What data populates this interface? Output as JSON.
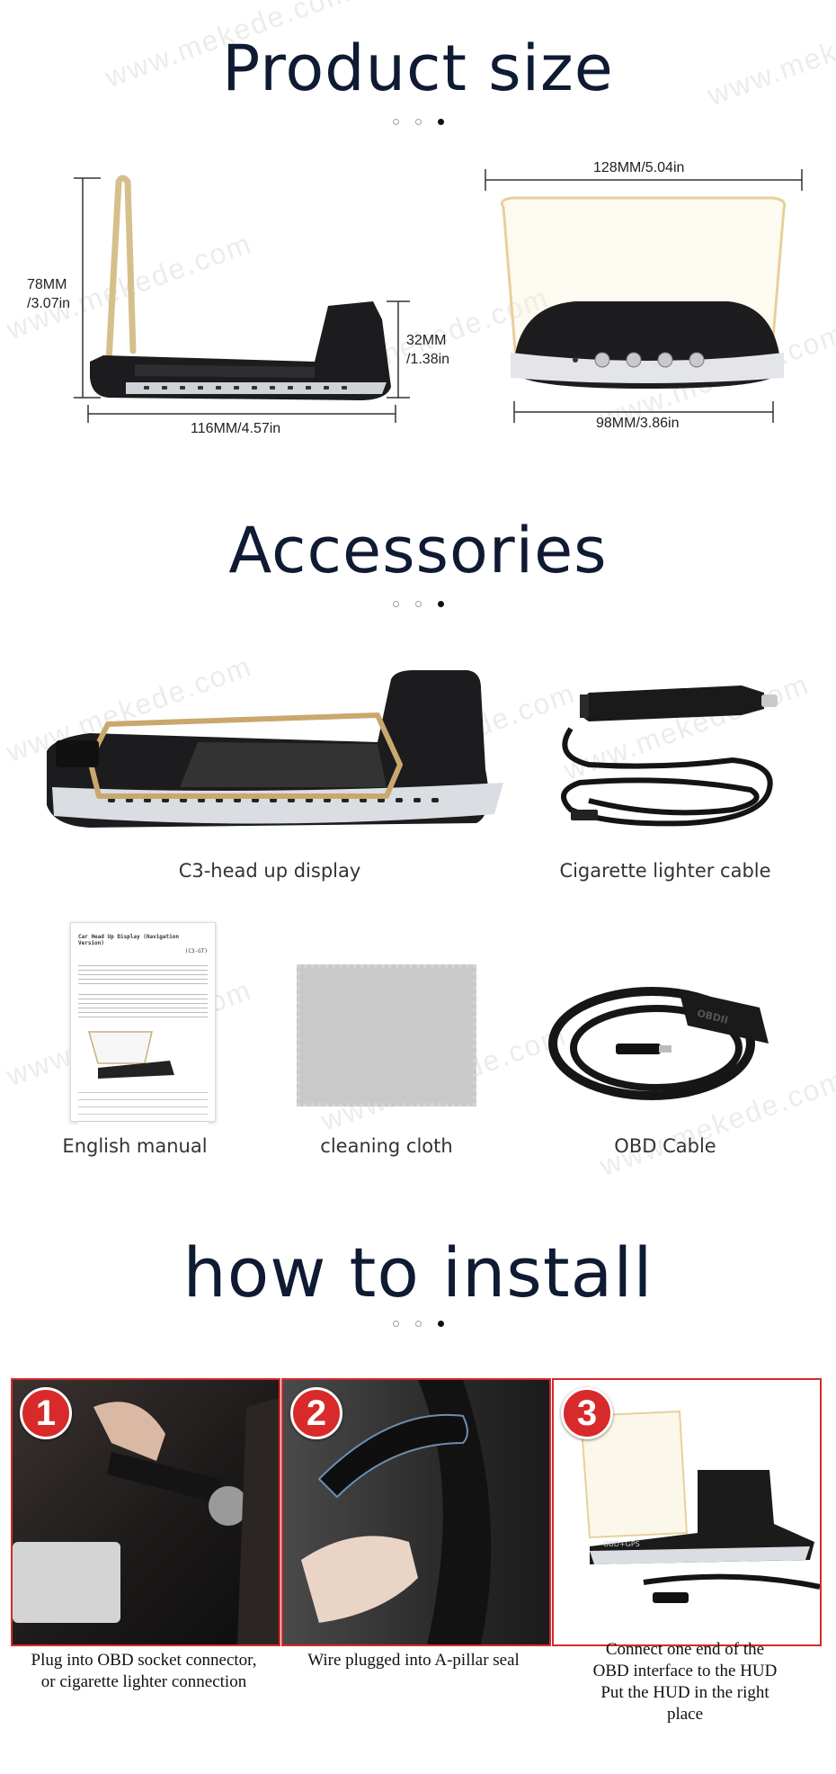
{
  "sections": {
    "product_size": {
      "title": "Product size"
    },
    "accessories": {
      "title": "Accessories"
    },
    "install": {
      "title": "how to install"
    }
  },
  "dimensions": {
    "height": [
      "78MM",
      "/3.07in"
    ],
    "depth_height": [
      "32MM",
      "/1.38in"
    ],
    "length": "116MM/4.57in",
    "screen_width": "128MM/5.04in",
    "base_width": "98MM/3.86in"
  },
  "accessories": {
    "items": [
      {
        "label": "C3-head up display"
      },
      {
        "label": "Cigarette lighter cable"
      },
      {
        "label": "English manual"
      },
      {
        "label": "cleaning cloth"
      },
      {
        "label": "OBD Cable"
      }
    ],
    "manual_title": "Car Head Up Display (Navigation Version)",
    "manual_model": "(C3-GT)",
    "obd_plug_label": "OBDII"
  },
  "install_steps": [
    {
      "number": "1",
      "lines": [
        "Plug into OBD socket connector,",
        "or cigarette lighter connection"
      ]
    },
    {
      "number": "2",
      "lines": [
        "Wire plugged into A-pillar seal"
      ]
    },
    {
      "number": "3",
      "lines": [
        "Connect one end of the",
        "OBD interface to the HUD",
        "Put the HUD in the right",
        "place"
      ]
    }
  ],
  "install_cable_label": "OBD+GPS",
  "watermark": "www.mekede.com",
  "colors": {
    "title": "#0f1a33",
    "step_red": "#d82a2a",
    "screen_gold": "#e8d09a"
  }
}
